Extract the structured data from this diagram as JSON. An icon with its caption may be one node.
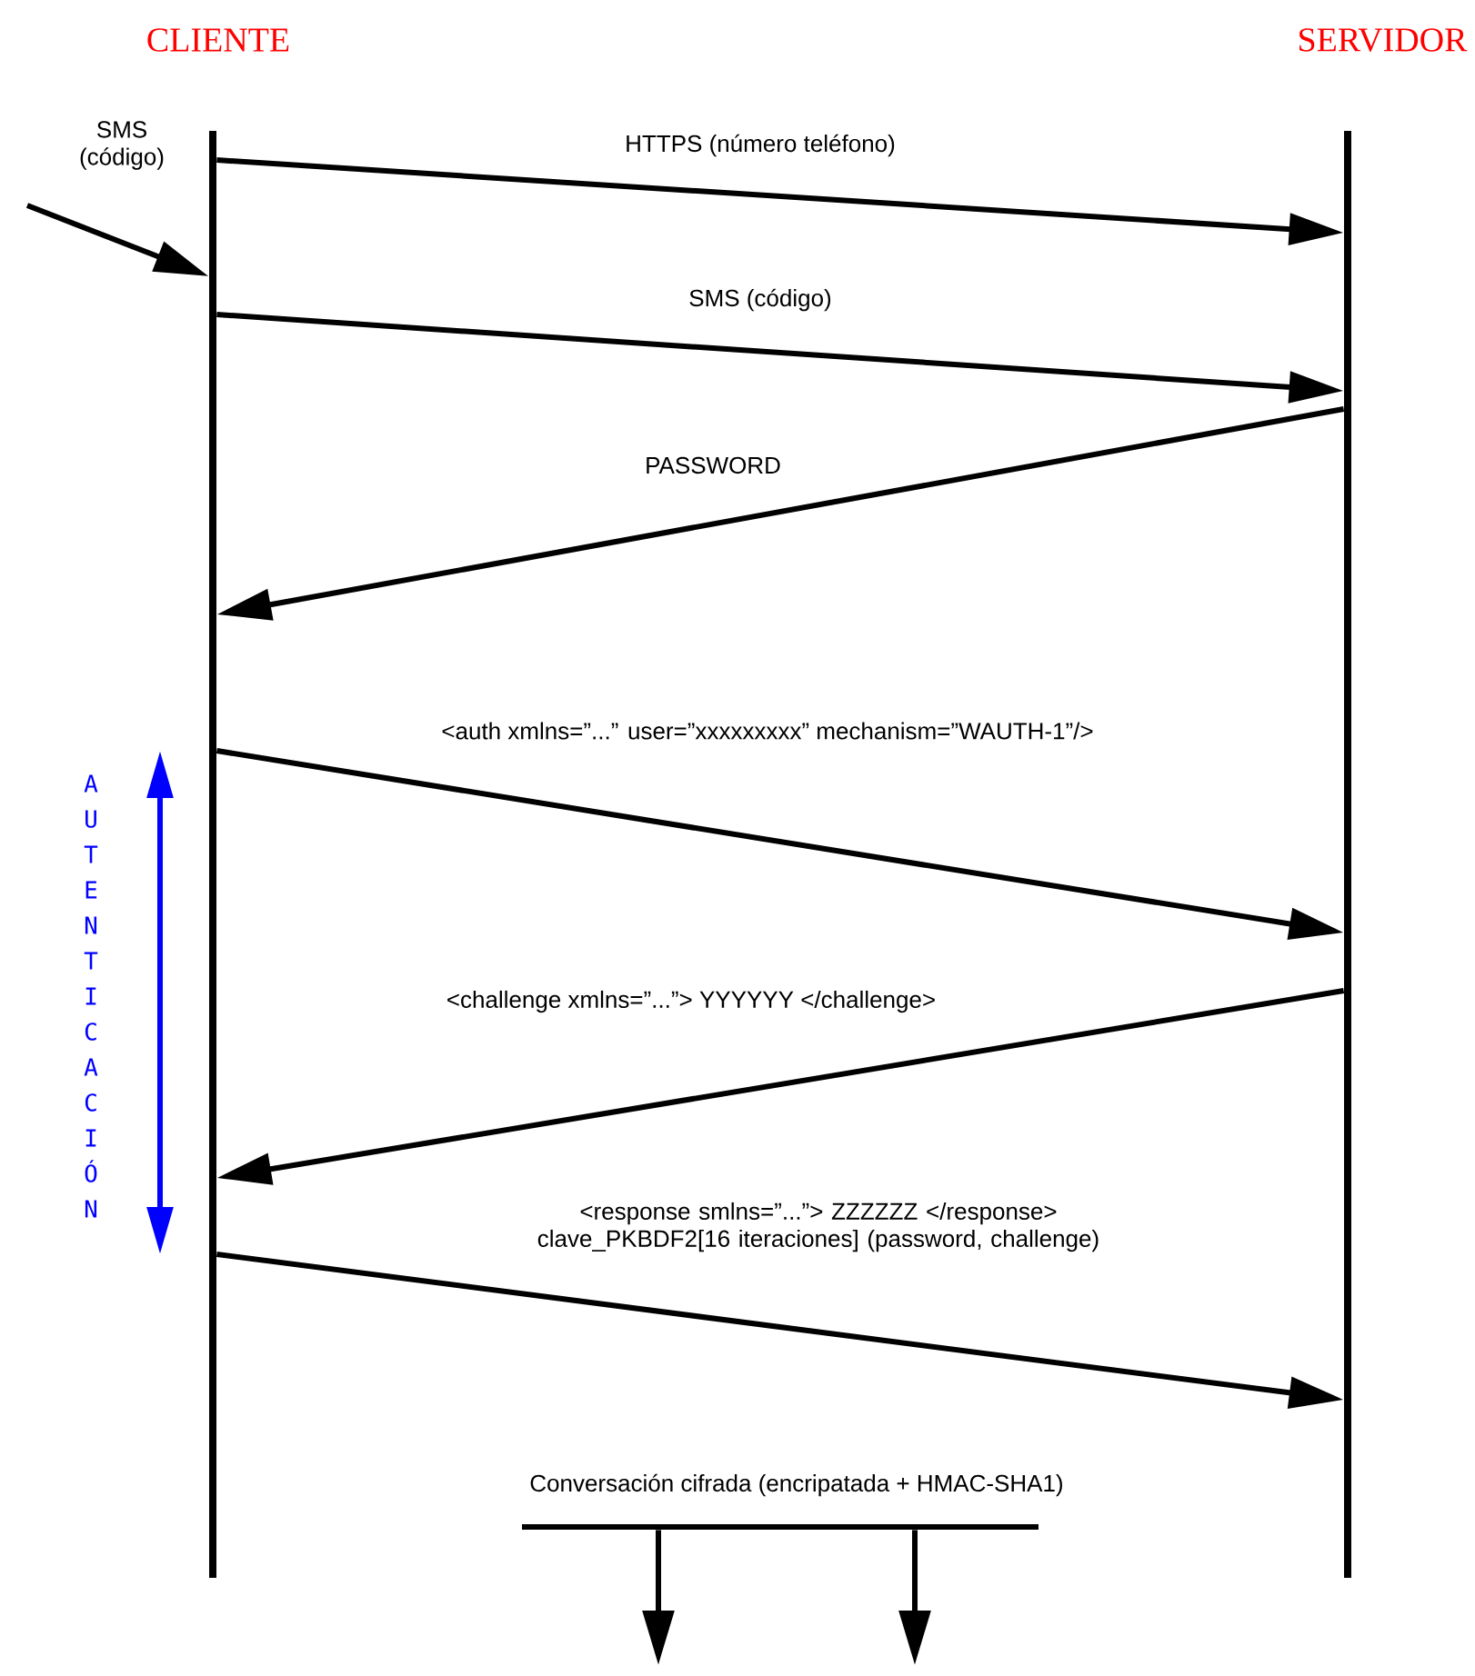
{
  "diagram": {
    "nodes": [
      {
        "text": [
          "CLIENTE"
        ]
      },
      {
        "text": [
          "SERVIDOR"
        ]
      },
      {
        "text": [
          "Conversación cifrada (encripatada + HMAC-SHA1)"
        ]
      }
    ],
    "edges": [
      {
        "from": 0,
        "to": 1,
        "arrow": "to",
        "label": "HTTPS (número teléfono)"
      },
      {
        "from": 0,
        "to": 1,
        "arrow": "to",
        "label": "SMS (código)"
      },
      {
        "from": 1,
        "to": 0,
        "arrow": "to",
        "label": "PASSWORD"
      },
      {
        "from": 0,
        "to": 1,
        "arrow": "to",
        "label": "<auth xmlns=”...” user=”xxxxxxxxx” mechanism=”WAUTH-1”/>"
      },
      {
        "from": 1,
        "to": 0,
        "arrow": "to",
        "label": "<challenge xmlns=”...”> YYYYYY </challenge>"
      },
      {
        "from": 0,
        "to": 1,
        "arrow": "to",
        "label": "<response smlns=”...”> ZZZZZZ </response> clave_PKBDF2[16 iteraciones] (password, challenge)"
      },
      {
        "from": null,
        "to": 0,
        "arrow": "to",
        "label": "SMS (código)"
      },
      {
        "from": 2,
        "to": null,
        "arrow": "to"
      },
      {
        "from": 2,
        "to": null,
        "arrow": "to"
      }
    ],
    "labels": [
      "AUTENTICACIÓN"
    ]
  }
}
